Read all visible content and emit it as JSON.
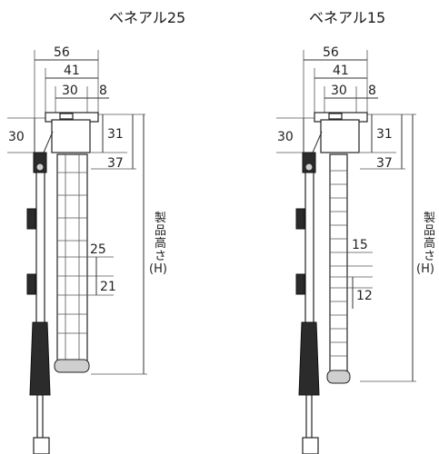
{
  "products": [
    {
      "title": "ベネアル25",
      "dims": {
        "w56": "56",
        "w41": "41",
        "w30": "30",
        "w8": "8",
        "h30": "30",
        "h31": "31",
        "h37": "37",
        "pitch": "25",
        "gap": "21"
      },
      "height_label": [
        "製",
        "品",
        "高",
        "さ",
        "(H)"
      ]
    },
    {
      "title": "ベネアル15",
      "dims": {
        "w56": "56",
        "w41": "41",
        "w30": "30",
        "w8": "8",
        "h30": "30",
        "h31": "31",
        "h37": "37",
        "pitch": "15",
        "gap": "12"
      },
      "height_label": [
        "製",
        "品",
        "高",
        "さ",
        "(H)"
      ]
    }
  ]
}
